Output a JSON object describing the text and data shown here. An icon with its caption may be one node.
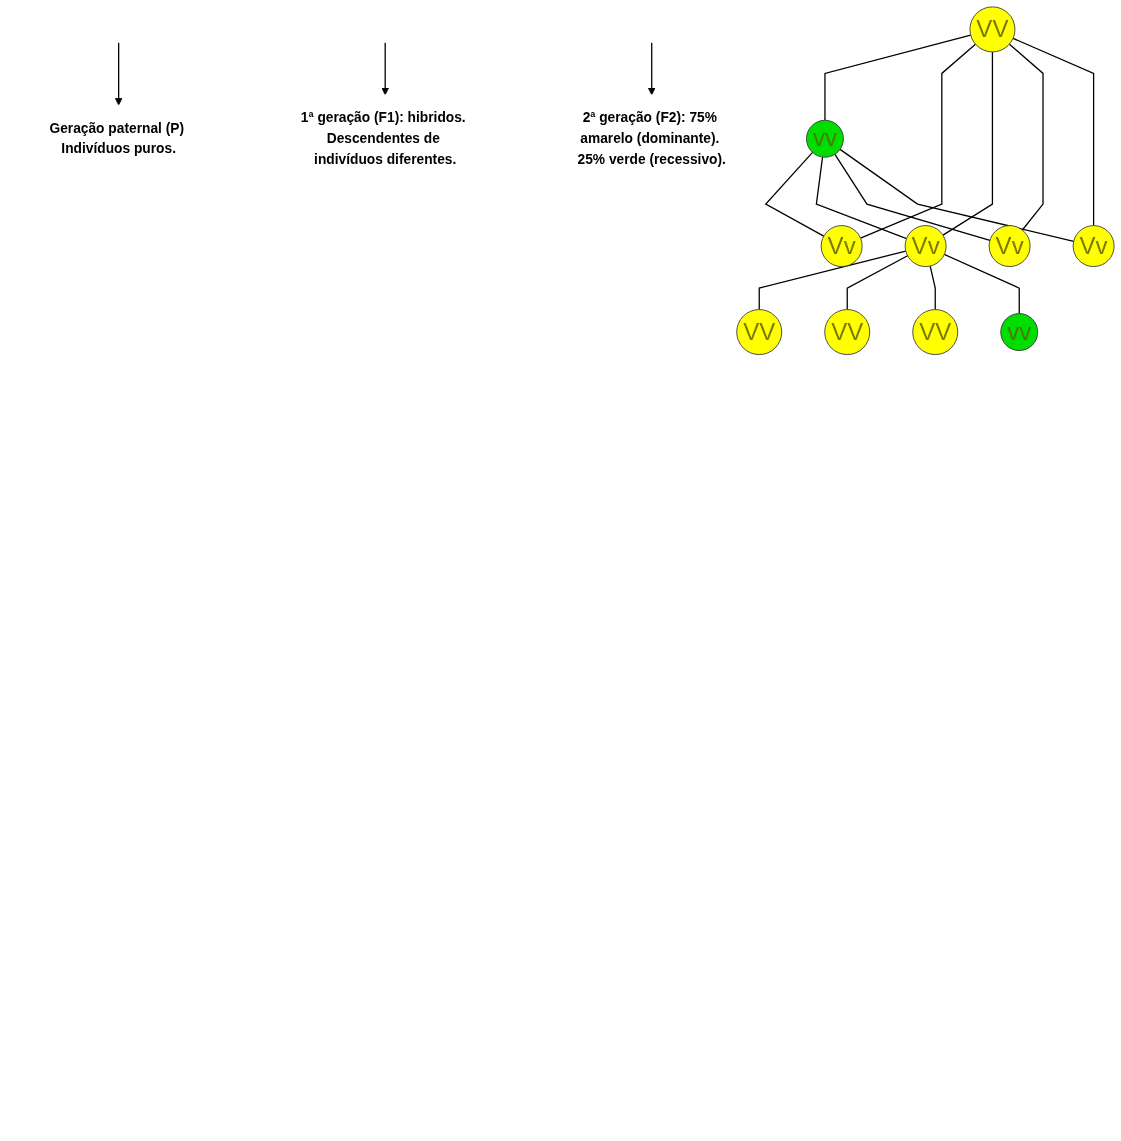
{
  "diagram": {
    "nodes": [
      {
        "text": [
          "VV"
        ]
      },
      {
        "text": [
          "vv"
        ]
      },
      {
        "text": [
          "Geração paternal (P) Indivíduos puros."
        ]
      },
      {
        "text": [
          "1ª geração (F1): hibridos. Descendentes de indivíduos diferentes."
        ]
      },
      {
        "text": [
          "Vv"
        ]
      },
      {
        "text": [
          "Vv"
        ]
      },
      {
        "text": [
          "Vv"
        ]
      },
      {
        "text": [
          "Vv"
        ]
      },
      {
        "text": [
          "2ª geração (F2): 75% amarelo (dominante). 25% verde (recessivo)."
        ]
      },
      {
        "text": [
          "VV"
        ]
      },
      {
        "text": [
          "VV"
        ]
      },
      {
        "text": [
          "VV"
        ]
      },
      {
        "text": [
          "vv"
        ]
      }
    ],
    "edges": [
      {
        "from": 0,
        "to": 1,
        "arrow": "none"
      },
      {
        "from": null,
        "to": 2,
        "arrow": "to"
      },
      {
        "from": 0,
        "to": 4,
        "arrow": "none"
      },
      {
        "from": 0,
        "to": 5,
        "arrow": "none"
      },
      {
        "from": 0,
        "to": 6,
        "arrow": "none"
      },
      {
        "from": 0,
        "to": 7,
        "arrow": "none"
      },
      {
        "from": 1,
        "to": 4,
        "arrow": "none"
      },
      {
        "from": 1,
        "to": 5,
        "arrow": "none"
      },
      {
        "from": 1,
        "to": 6,
        "arrow": "none"
      },
      {
        "from": 1,
        "to": 7,
        "arrow": "none"
      },
      {
        "from": null,
        "to": 3,
        "arrow": "to"
      },
      {
        "from": 5,
        "to": 9,
        "arrow": "none"
      },
      {
        "from": 5,
        "to": 10,
        "arrow": "none"
      },
      {
        "from": 5,
        "to": 11,
        "arrow": "none"
      },
      {
        "from": 5,
        "to": 12,
        "arrow": "none"
      },
      {
        "from": null,
        "to": 8,
        "arrow": "to"
      }
    ]
  }
}
